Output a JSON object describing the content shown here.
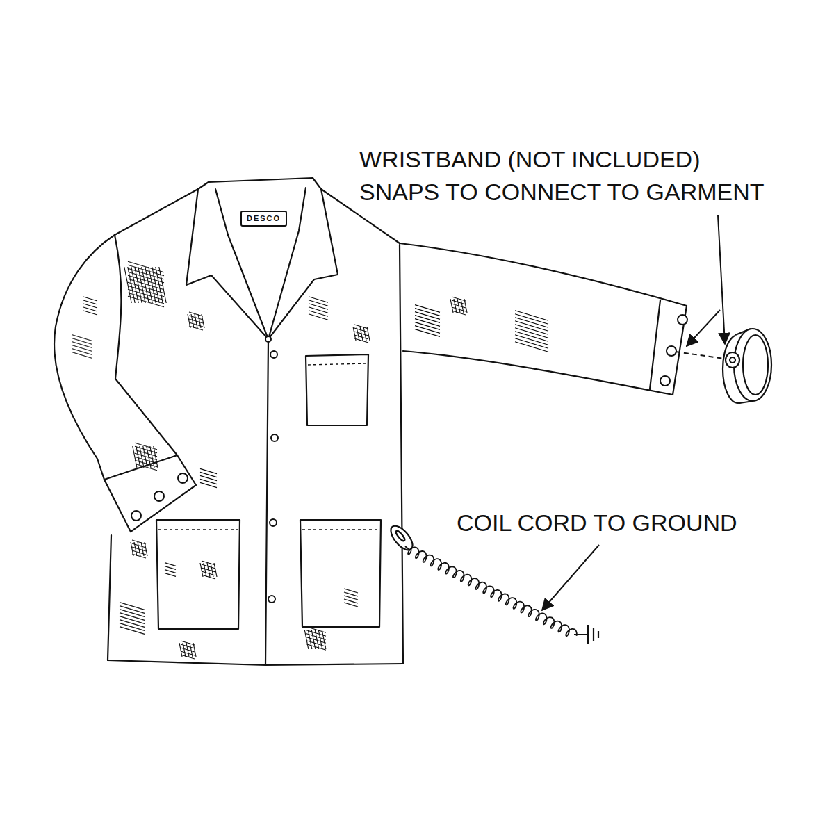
{
  "diagram": {
    "nodes": [
      {
        "text": [
          "DESCO"
        ]
      }
    ],
    "labels": [
      "WRISTBAND (NOT INCLUDED) SNAPS TO CONNECT TO GARMENT",
      "COIL CORD TO GROUND"
    ]
  }
}
